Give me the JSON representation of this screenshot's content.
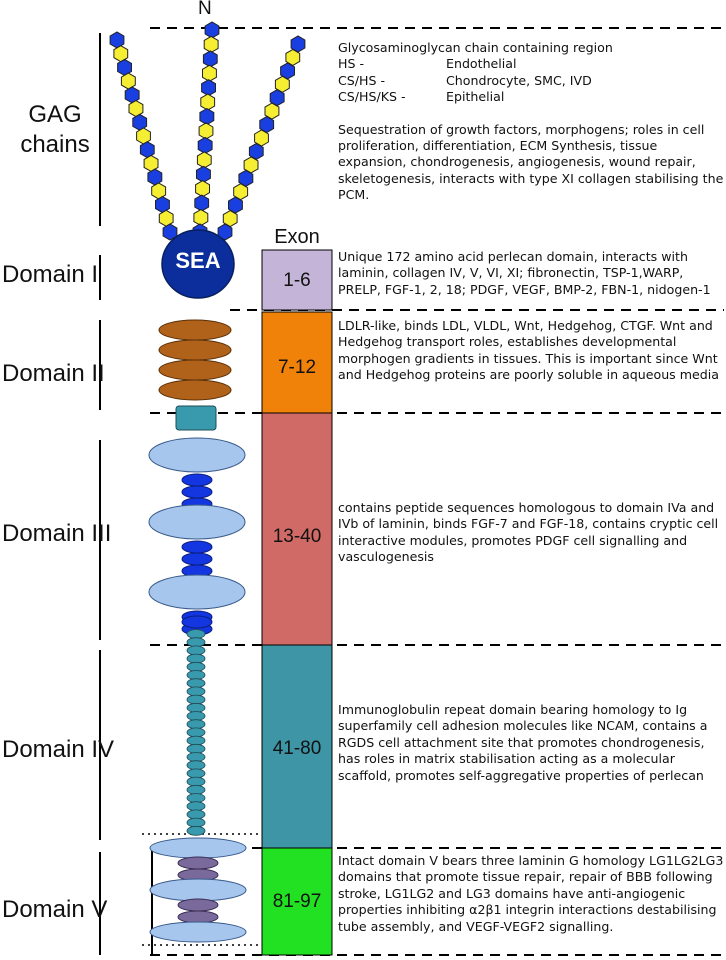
{
  "n_terminus_label": "N",
  "gag_label_line1": "GAG",
  "gag_label_line2": "chains",
  "exon_header": "Exon",
  "sea_label": "SEA",
  "gag_region": {
    "title": "Glycosaminoglycan chain containing region",
    "rows": [
      {
        "type": "HS -",
        "cells": "Endothelial"
      },
      {
        "type": "CS/HS -",
        "cells": "Chondrocyte, SMC, IVD"
      },
      {
        "type": "CS/HS/KS -",
        "cells": "Epithelial"
      }
    ],
    "roles": "Sequestration of growth factors, morphogens; roles in cell proliferation, differentiation, ECM Synthesis, tissue expansion, chondrogenesis, angiogenesis, wound repair, skeletogenesis, interacts with type XI collagen stabilising the PCM."
  },
  "domains": [
    {
      "name": "Domain I",
      "exons": "1-6",
      "exon_color": "#c4b4d8",
      "description": "Unique 172 amino acid perlecan domain, interacts with laminin, collagen IV, V, VI, XI; fibronectin, TSP-1,WARP, PRELP, FGF-1, 2, 18; PDGF, VEGF, BMP-2, FBN-1, nidogen-1"
    },
    {
      "name": "Domain II",
      "exons": "7-12",
      "exon_color": "#f0820a",
      "description": "LDLR-like, binds LDL, VLDL, Wnt, Hedgehog, CTGF. Wnt and Hedgehog transport roles, establishes developmental morphogen gradients in tissues.  This is important since Wnt and Hedgehog proteins are poorly soluble in aqueous media"
    },
    {
      "name": "Domain III",
      "exons": "13-40",
      "exon_color": "#d06a66",
      "description": "contains peptide sequences homologous to domain IVa and IVb of laminin, binds FGF-7 and FGF-18, contains cryptic cell interactive modules, promotes PDGF cell signalling and vasculogenesis"
    },
    {
      "name": "Domain IV",
      "exons": "41-80",
      "exon_color": "#3d95a6",
      "description": "Immunoglobulin repeat domain bearing homology to Ig superfamily cell adhesion molecules like NCAM, contains a RGDS cell attachment site that promotes chondrogenesis, has roles in matrix stabilisation acting as a molecular scaffold, promotes self-aggregative properties of perlecan"
    },
    {
      "name": "Domain V",
      "exons": "81-97",
      "exon_color": "#22e022",
      "description": "Intact domain V bears three  laminin G homology LG1LG2LG3 domains that promote tissue repair, repair of BBB following stroke, LG1LG2 and LG3 domains have anti-angiogenic properties inhibiting α2β1 integrin interactions destabilising tube assembly, and VEGF-VEGF2 signalling."
    }
  ],
  "colors": {
    "gag_blue": "#1a3fe0",
    "gag_yellow": "#f6ee33",
    "sea_fill": "#0c2d9c",
    "ldlr_brown": "#b1621a",
    "lamin_light": "#a6c6ee",
    "lamin_dark": "#1336e0",
    "ig_teal": "#3a9aad",
    "lg_purple": "#7a6a9c"
  }
}
